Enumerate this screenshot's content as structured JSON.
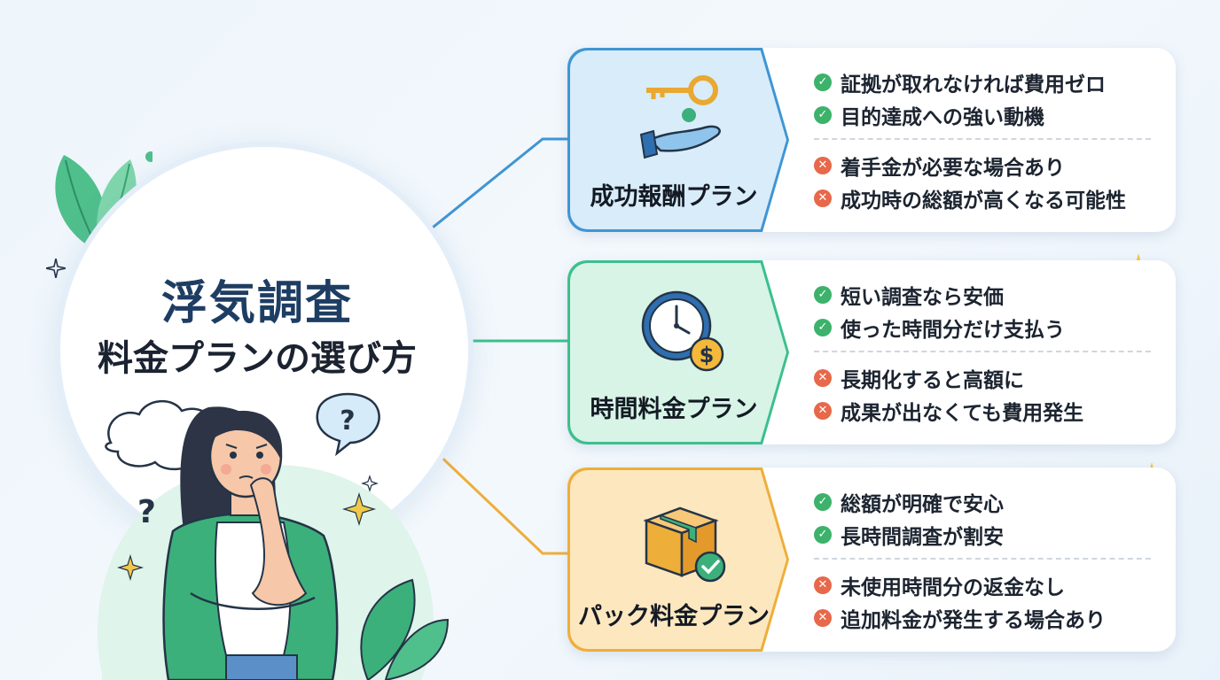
{
  "title": "浮気調査",
  "subtitle": "料金プランの選び方",
  "plans": [
    {
      "name": "成功報酬プラン",
      "icon": "key-in-hand-icon",
      "accent": "#3f95d3",
      "fill": "#d8ecfa",
      "pros": [
        "証拠が取れなければ費用ゼロ",
        "目的達成への強い動機"
      ],
      "cons": [
        "着手金が必要な場合あり",
        "成功時の総額が高くなる可能性"
      ]
    },
    {
      "name": "時間料金プラン",
      "icon": "clock-with-coin-icon",
      "accent": "#3cbf8e",
      "fill": "#d7f4e6",
      "pros": [
        "短い調査なら安価",
        "使った時間分だけ支払う"
      ],
      "cons": [
        "長期化すると高額に",
        "成果が出なくても費用発生"
      ]
    },
    {
      "name": "パック料金プラン",
      "icon": "package-box-icon",
      "accent": "#eeae3a",
      "fill": "#fde7bf",
      "pros": [
        "総額が明確で安心",
        "長時間調査が割安"
      ],
      "cons": [
        "未使用時間分の返金なし",
        "追加料金が発生する場合あり"
      ]
    }
  ],
  "colors": {
    "title": "#1e3d63",
    "pro_mark": "#3cb26a",
    "con_mark": "#e7684a"
  }
}
